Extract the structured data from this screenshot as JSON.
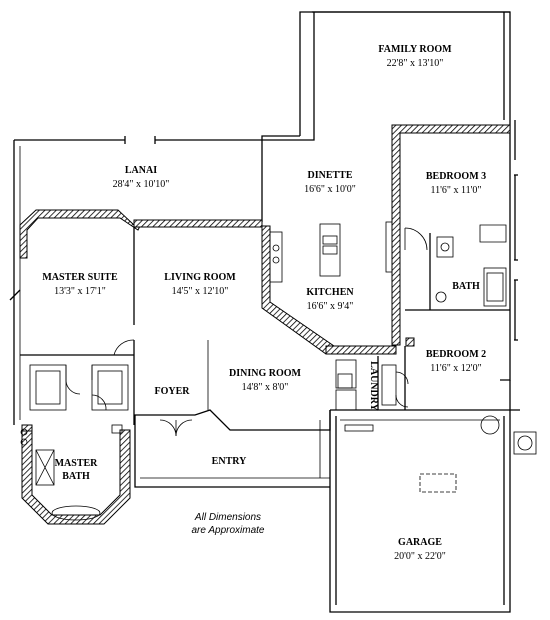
{
  "rooms": {
    "family_room": {
      "name": "FAMILY ROOM",
      "dims": "22'8\" x 13'10\""
    },
    "lanai": {
      "name": "LANAI",
      "dims": "28'4\" x 10'10\""
    },
    "dinette": {
      "name": "DINETTE",
      "dims": "16'6\" x 10'0\""
    },
    "bedroom3": {
      "name": "BEDROOM 3",
      "dims": "11'6\" x 11'0\""
    },
    "master_suite": {
      "name": "MASTER SUITE",
      "dims": "13'3\" x 17'1\""
    },
    "living_room": {
      "name": "LIVING ROOM",
      "dims": "14'5\" x 12'10\""
    },
    "kitchen": {
      "name": "KITCHEN",
      "dims": "16'6\" x 9'4\""
    },
    "bath": {
      "name": "BATH"
    },
    "bedroom2": {
      "name": "BEDROOM 2",
      "dims": "11'6\" x 12'0\""
    },
    "master_bath": {
      "name1": "MASTER",
      "name2": "BATH"
    },
    "foyer": {
      "name": "FOYER"
    },
    "dining_room": {
      "name": "DINING ROOM",
      "dims": "14'8\" x 8'0\""
    },
    "laundry": {
      "name": "LAUNDRY"
    },
    "entry": {
      "name": "ENTRY"
    },
    "garage": {
      "name": "GARAGE",
      "dims": "20'0\" x 22'0\""
    }
  },
  "note": {
    "line1": "All Dimensions",
    "line2": "are Approximate"
  }
}
